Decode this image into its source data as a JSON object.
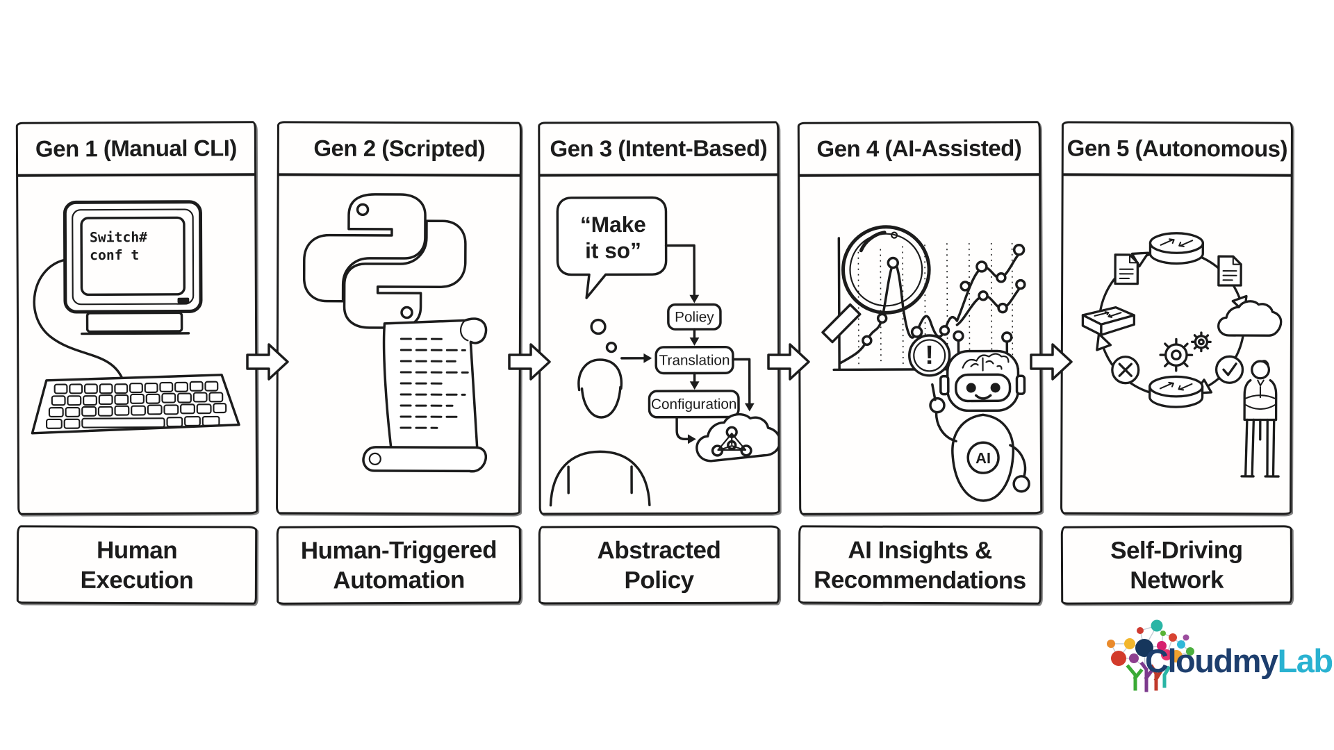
{
  "colors": {
    "ink": "#1c1c1c",
    "paper": "#ffffff",
    "logo_primary": "#1d3e6d",
    "logo_secondary": "#29b2d1"
  },
  "panels": [
    {
      "id": "gen1",
      "title": "Gen 1 (Manual CLI)",
      "caption_line1": "Human",
      "caption_line2": "Execution"
    },
    {
      "id": "gen2",
      "title": "Gen 2 (Scripted)",
      "caption_line1": "Human-Triggered",
      "caption_line2": "Automation"
    },
    {
      "id": "gen3",
      "title": "Gen 3 (Intent-Based)",
      "caption_line1": "Abstracted",
      "caption_line2": "Policy"
    },
    {
      "id": "gen4",
      "title": "Gen 4 (AI-Assisted)",
      "caption_line1": "AI Insights &",
      "caption_line2": "Recommendations"
    },
    {
      "id": "gen5",
      "title": "Gen 5 (Autonomous)",
      "caption_line1": "Self-Driving",
      "caption_line2": "Network"
    }
  ],
  "gen1_art": {
    "screen_line1": "Switch#",
    "screen_line2": "conf t",
    "icons": [
      "crt-monitor-icon",
      "keyboard-icon",
      "cable"
    ]
  },
  "gen2_art": {
    "icons": [
      "python-icon",
      "script-scroll-icon"
    ]
  },
  "gen3_art": {
    "speech_line1": "“Make",
    "speech_line2": "it so”",
    "flow_nodes": [
      "Poliey",
      "Translation",
      "Configuration"
    ],
    "icons": [
      "speech-bubble-icon",
      "thought-dots",
      "person-icon",
      "cloud-network-icon"
    ]
  },
  "gen4_art": {
    "ai_badge": "AI",
    "alert_glyph": "!",
    "icons": [
      "magnifier-icon",
      "line-chart-icon",
      "alert-icon",
      "robot-icon",
      "brain-icon"
    ]
  },
  "gen5_art": {
    "icons": [
      "router-icon",
      "document-icon",
      "switch-icon",
      "cloud-icon",
      "x-icon",
      "check-icon",
      "gears-icon",
      "engineer-icon",
      "cycle-ring"
    ]
  },
  "logo": {
    "text_primary": "Cloudmy",
    "text_secondary": "Lab"
  }
}
